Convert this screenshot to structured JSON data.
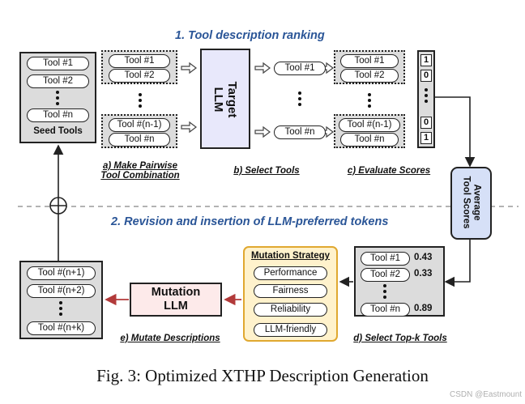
{
  "section1_title": "1. Tool description ranking",
  "section2_title": "2. Revision and insertion of LLM-preferred tokens",
  "seed_tools": {
    "items": [
      "Tool #1",
      "Tool #2",
      "Tool #n"
    ],
    "label": "Seed Tools"
  },
  "pairs": {
    "top": [
      "Tool #1",
      "Tool #2"
    ],
    "bottom": [
      "Tool #(n-1)",
      "Tool #n"
    ],
    "caption_line1": "a) Make Pairwise",
    "caption_line2": "Tool Combination"
  },
  "target_llm": {
    "label_line1": "Target",
    "label_line2": "LLM"
  },
  "selected": {
    "items": [
      "Tool #1",
      "Tool #n"
    ],
    "caption": "b) Select Tools"
  },
  "evaluate": {
    "top": [
      "Tool #1",
      "Tool #2"
    ],
    "bottom": [
      "Tool #(n-1)",
      "Tool #n"
    ],
    "scores": [
      "1",
      "0",
      "0",
      "1"
    ],
    "caption": "c) Evaluate Scores"
  },
  "average": {
    "label_line1": "Average",
    "label_line2": "Tool Scores"
  },
  "topk": {
    "rows": [
      {
        "tool": "Tool #1",
        "score": "0.43"
      },
      {
        "tool": "Tool #2",
        "score": "0.33"
      },
      {
        "tool": "Tool #n",
        "score": "0.89"
      }
    ],
    "caption": "d) Select Top-k Tools"
  },
  "mutation_strategy": {
    "title": "Mutation Strategy",
    "items": [
      "Performance",
      "Fairness",
      "Reliability",
      "LLM-friendly"
    ]
  },
  "mutation_llm": {
    "label_line1": "Mutation",
    "label_line2": "LLM"
  },
  "mutated": {
    "items": [
      "Tool #(n+1)",
      "Tool #(n+2)",
      "Tool #(n+k)"
    ],
    "caption": "e) Mutate Descriptions"
  },
  "figure_caption": "Fig. 3: Optimized XTHP Description Generation",
  "watermark": "CSDN @Eastmount",
  "colors": {
    "heading_blue": "#2a5597",
    "llm_fill": "#e8e8fb",
    "avg_fill": "#d6e0f7",
    "mutation_fill": "#fff2cc",
    "mutation_border": "#e0a830",
    "mutation_llm_fill": "#fdeaea",
    "arrow_red": "#b23a3a"
  }
}
